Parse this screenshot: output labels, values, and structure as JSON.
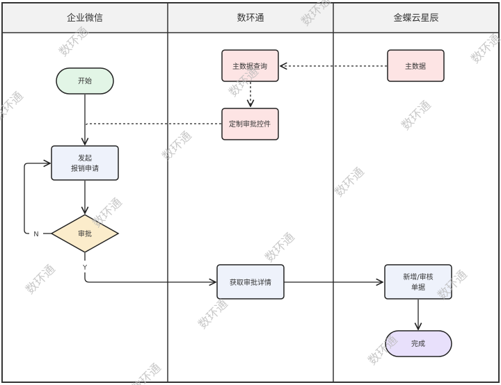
{
  "diagram": {
    "type": "swimlane-flowchart",
    "lanes": [
      {
        "id": "wecom",
        "title": "企业微信"
      },
      {
        "id": "shuhuantong",
        "title": "数环通"
      },
      {
        "id": "kingdee",
        "title": "金蝶云星辰"
      }
    ],
    "nodes": [
      {
        "id": "start",
        "lane": "wecom",
        "shape": "terminal",
        "lines": [
          "开始"
        ],
        "fill": "#e2f5e6"
      },
      {
        "id": "submit",
        "lane": "wecom",
        "shape": "process",
        "lines": [
          "发起",
          "报销申请"
        ],
        "fill": "#eef2fb"
      },
      {
        "id": "approve",
        "lane": "wecom",
        "shape": "decision",
        "lines": [
          "审批"
        ],
        "fill": "#fbeccb"
      },
      {
        "id": "mdquery",
        "lane": "shuhuantong",
        "shape": "process",
        "lines": [
          "主数据查询"
        ],
        "fill": "#fde4e4"
      },
      {
        "id": "control",
        "lane": "shuhuantong",
        "shape": "process",
        "lines": [
          "定制审批控件"
        ],
        "fill": "#fde4e4"
      },
      {
        "id": "detail",
        "lane": "shuhuantong",
        "shape": "process",
        "lines": [
          "获取审批详情"
        ],
        "fill": "#eef2fb"
      },
      {
        "id": "masterdata",
        "lane": "kingdee",
        "shape": "process",
        "lines": [
          "主数据"
        ],
        "fill": "#fde4e4"
      },
      {
        "id": "newdoc",
        "lane": "kingdee",
        "shape": "process",
        "lines": [
          "新增/审核",
          "单据"
        ],
        "fill": "#eef2fb"
      },
      {
        "id": "done",
        "lane": "kingdee",
        "shape": "terminal",
        "lines": [
          "完成"
        ],
        "fill": "#e8e0fb"
      }
    ],
    "edges": [
      {
        "from": "start",
        "to": "submit",
        "style": "solid",
        "label": ""
      },
      {
        "from": "submit",
        "to": "approve",
        "style": "solid",
        "label": ""
      },
      {
        "from": "approve",
        "to": "submit",
        "style": "solid",
        "label": "N"
      },
      {
        "from": "approve",
        "to": "detail",
        "style": "solid",
        "label": "Y"
      },
      {
        "from": "detail",
        "to": "newdoc",
        "style": "solid",
        "label": ""
      },
      {
        "from": "newdoc",
        "to": "done",
        "style": "solid",
        "label": ""
      },
      {
        "from": "masterdata",
        "to": "mdquery",
        "style": "dashed",
        "label": ""
      },
      {
        "from": "mdquery",
        "to": "control",
        "style": "dashed",
        "label": ""
      },
      {
        "from": "control",
        "to": "submit",
        "style": "dashed",
        "label": ""
      }
    ],
    "watermark_text": "数环通",
    "colors": {
      "line": "#222222",
      "header_bg": "#f2f2f2",
      "border": "#333333",
      "watermark": "#b8b8b8"
    }
  }
}
